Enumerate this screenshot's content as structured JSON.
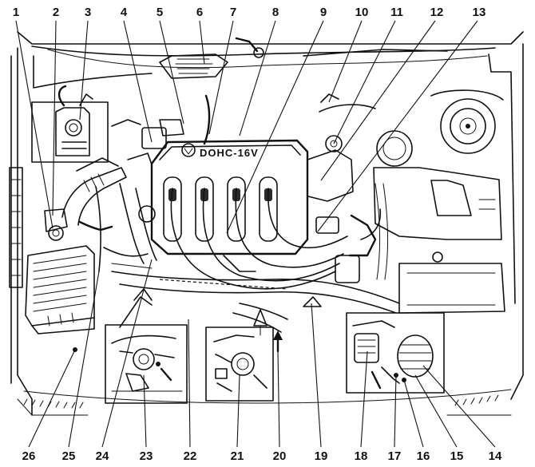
{
  "engine_label": "DOHC-16V",
  "callouts": [
    {
      "id": "1",
      "label": "1"
    },
    {
      "id": "2",
      "label": "2"
    },
    {
      "id": "3",
      "label": "3"
    },
    {
      "id": "4",
      "label": "4"
    },
    {
      "id": "5",
      "label": "5"
    },
    {
      "id": "6",
      "label": "6"
    },
    {
      "id": "7",
      "label": "7"
    },
    {
      "id": "8",
      "label": "8"
    },
    {
      "id": "9",
      "label": "9"
    },
    {
      "id": "10",
      "label": "10"
    },
    {
      "id": "11",
      "label": "11"
    },
    {
      "id": "12",
      "label": "12"
    },
    {
      "id": "13",
      "label": "13"
    },
    {
      "id": "14",
      "label": "14"
    },
    {
      "id": "15",
      "label": "15"
    },
    {
      "id": "16",
      "label": "16"
    },
    {
      "id": "17",
      "label": "17"
    },
    {
      "id": "18",
      "label": "18"
    },
    {
      "id": "19",
      "label": "19"
    },
    {
      "id": "20",
      "label": "20"
    },
    {
      "id": "21",
      "label": "21"
    },
    {
      "id": "22",
      "label": "22"
    },
    {
      "id": "23",
      "label": "23"
    },
    {
      "id": "24",
      "label": "24"
    },
    {
      "id": "25",
      "label": "25"
    },
    {
      "id": "26",
      "label": "26"
    }
  ]
}
